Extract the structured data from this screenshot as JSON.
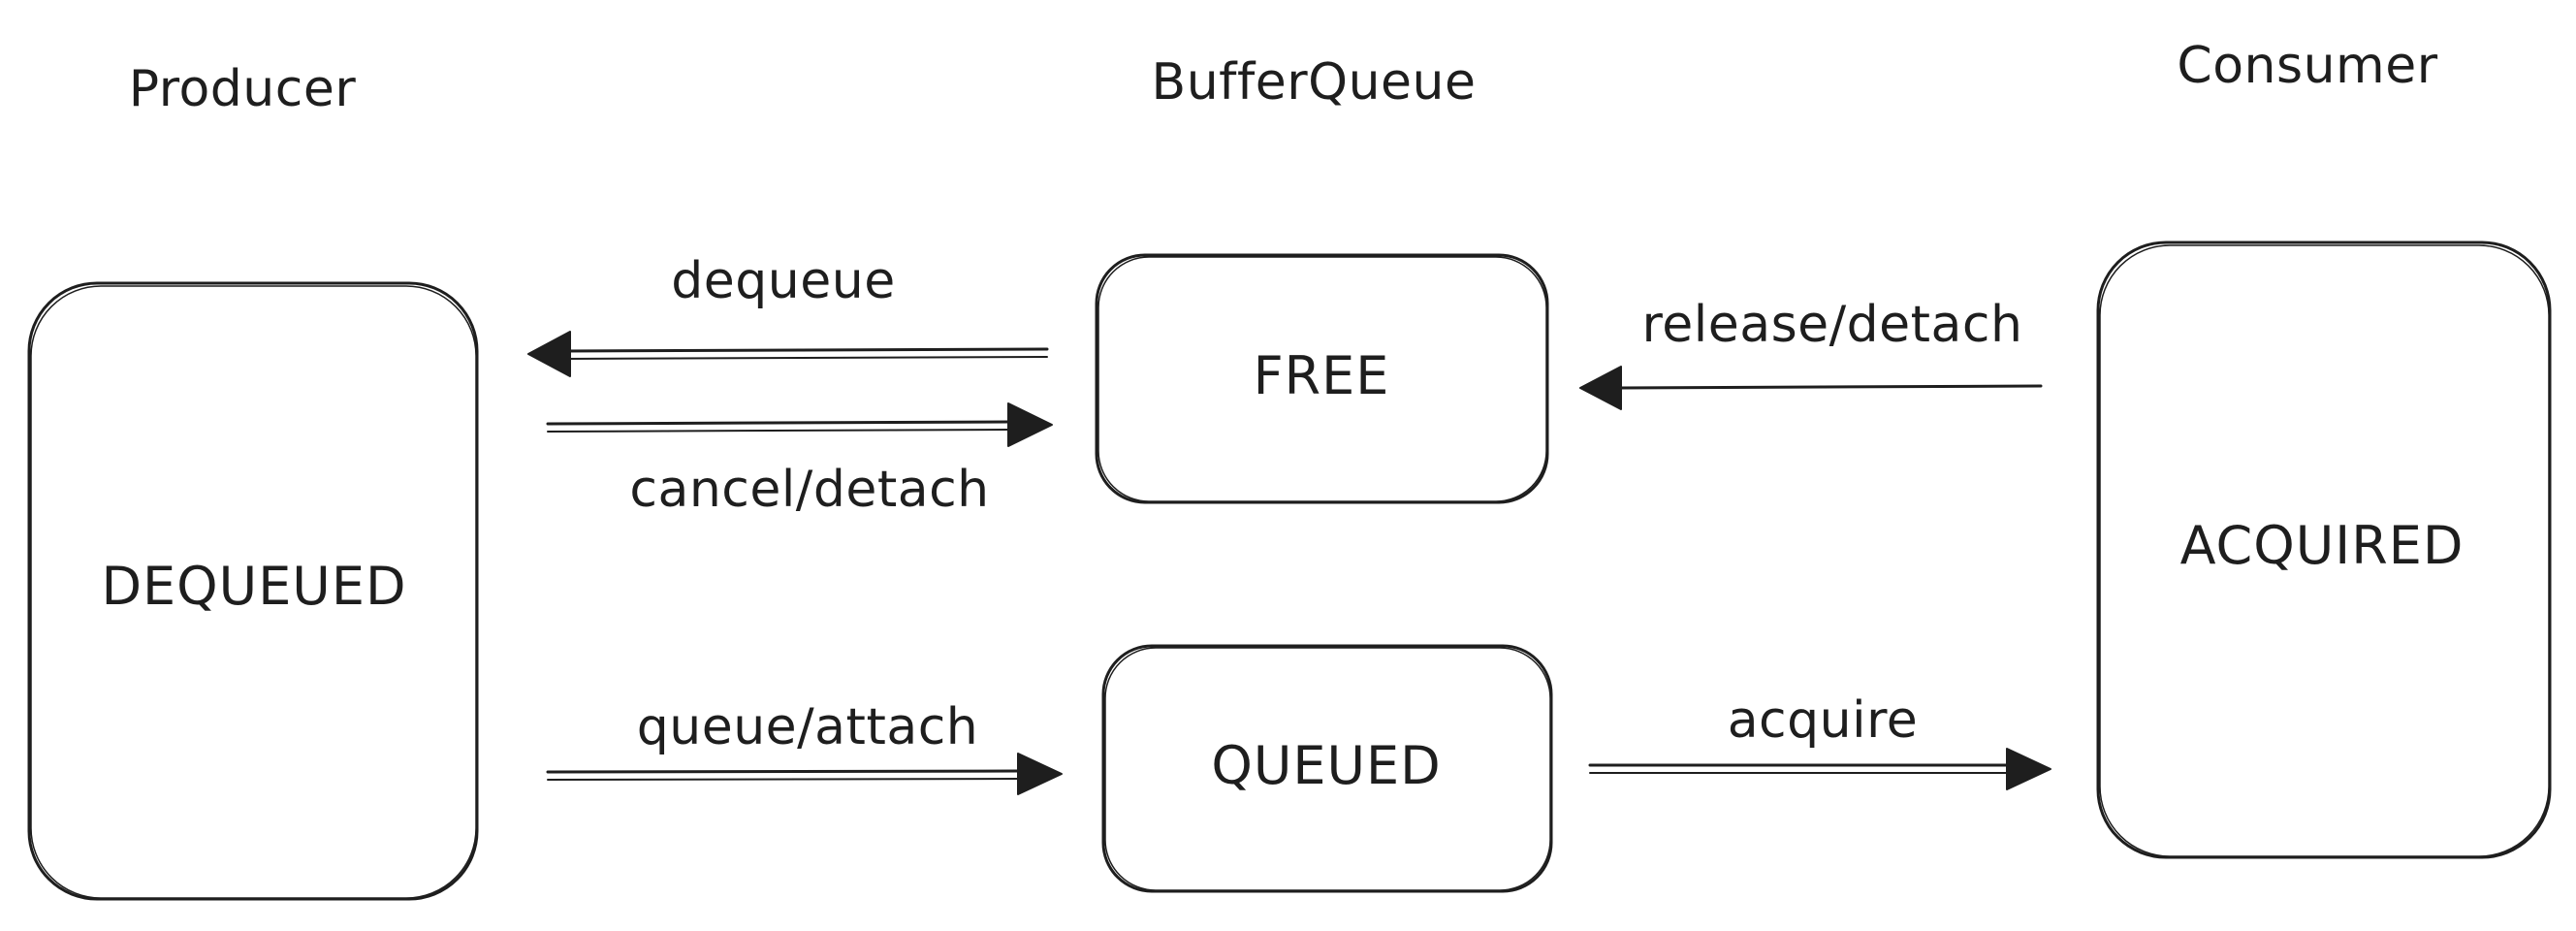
{
  "columns": {
    "producer": "Producer",
    "bufferqueue": "BufferQueue",
    "consumer": "Consumer"
  },
  "states": {
    "dequeued": "DEQUEUED",
    "free": "FREE",
    "queued": "QUEUED",
    "acquired": "ACQUIRED"
  },
  "transitions": {
    "dequeue": "dequeue",
    "cancel_detach": "cancel/detach",
    "queue_attach": "queue/attach",
    "release_detach": "release/detach",
    "acquire": "acquire"
  },
  "colors": {
    "stroke": "#1e1e1e",
    "background": "#ffffff"
  }
}
